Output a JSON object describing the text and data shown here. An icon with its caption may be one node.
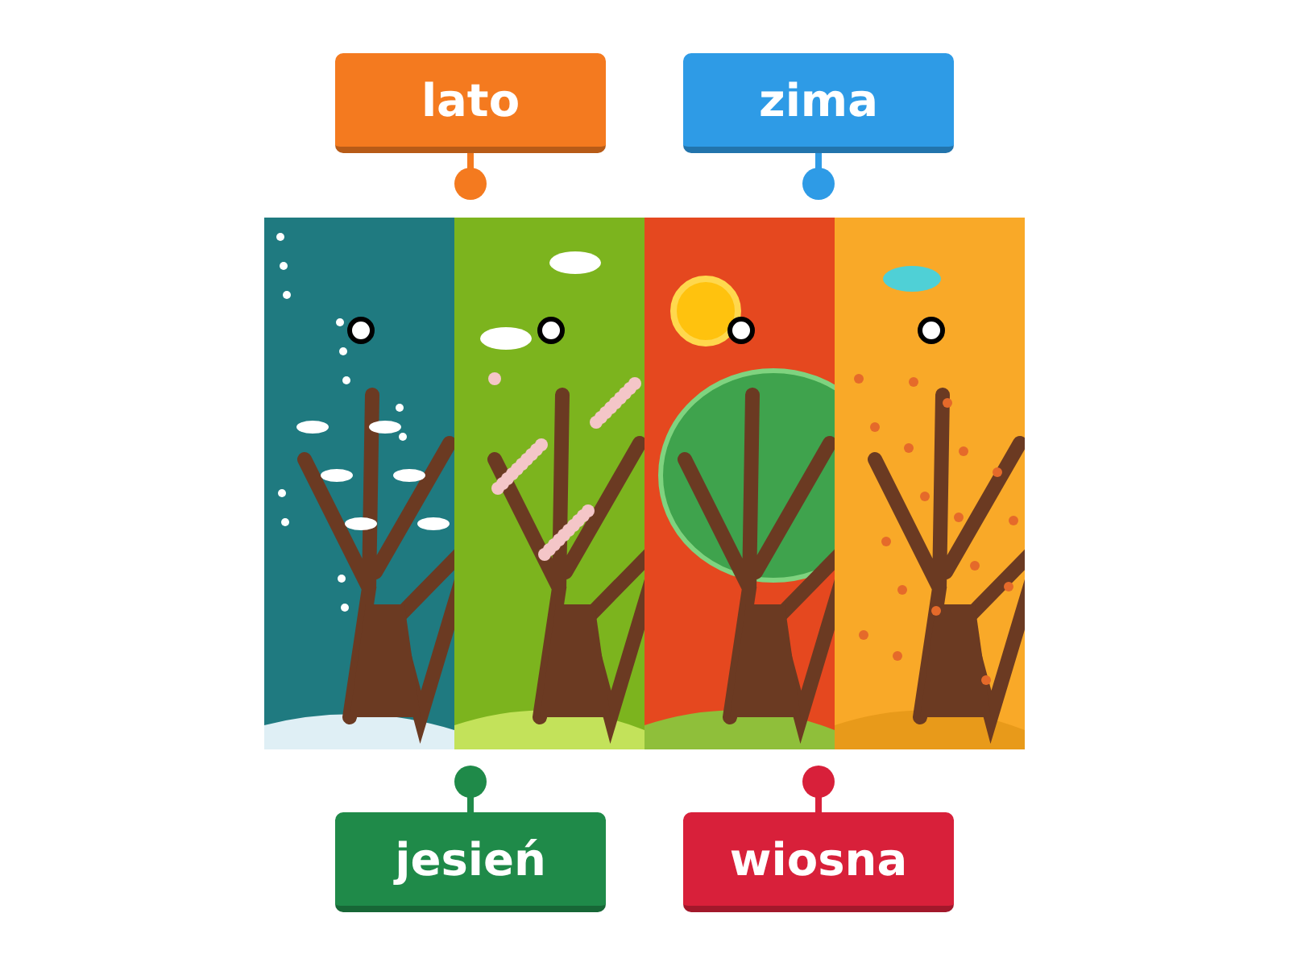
{
  "diagram": {
    "nodes": [
      {
        "text": [
          "lato"
        ]
      },
      {
        "text": [
          "zima"
        ]
      },
      {
        "text": [],
        "shape": "picture"
      },
      {
        "text": [
          "jesień"
        ]
      },
      {
        "text": [
          "wiosna"
        ]
      }
    ]
  }
}
